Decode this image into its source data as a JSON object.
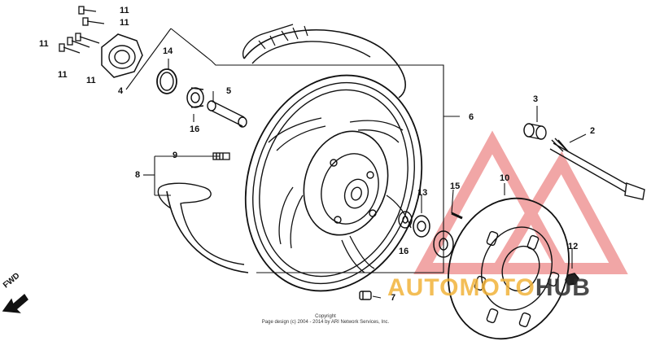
{
  "diagram": {
    "direction_label": "FWD",
    "callouts": [
      {
        "id": "c11a",
        "text": "11"
      },
      {
        "id": "c11b",
        "text": "11"
      },
      {
        "id": "c11c",
        "text": "11"
      },
      {
        "id": "c11d",
        "text": "11"
      },
      {
        "id": "c11e",
        "text": "11"
      },
      {
        "id": "c4",
        "text": "4"
      },
      {
        "id": "c14",
        "text": "14"
      },
      {
        "id": "c5",
        "text": "5"
      },
      {
        "id": "c16a",
        "text": "16"
      },
      {
        "id": "c6",
        "text": "6"
      },
      {
        "id": "c9",
        "text": "9"
      },
      {
        "id": "c8",
        "text": "8"
      },
      {
        "id": "c13",
        "text": "13"
      },
      {
        "id": "c15",
        "text": "15"
      },
      {
        "id": "c10",
        "text": "10"
      },
      {
        "id": "c3",
        "text": "3"
      },
      {
        "id": "c2",
        "text": "2"
      },
      {
        "id": "c16b",
        "text": "16"
      },
      {
        "id": "c12",
        "text": "12"
      },
      {
        "id": "c7",
        "text": "7"
      }
    ],
    "copyright_line1": "Copyright",
    "copyright_line2": "Page design (c) 2004 - 2014 by ARI Network Services, Inc."
  },
  "watermark": {
    "part1": "AUTO",
    "part2": "MOTO",
    "part3": "HUB",
    "triangle_color": "#e23b3b"
  }
}
